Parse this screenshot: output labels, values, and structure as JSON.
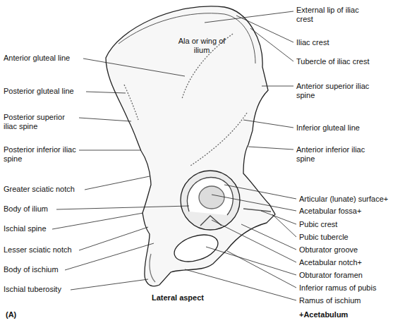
{
  "diagram": {
    "labels": [
      "External lip of iliac crest",
      "Iliac crest",
      "Tubercle of iliac crest",
      "Anterior gluteal line",
      "Ala or wing of ilium",
      "Posterior gluteal line",
      "Anterior superior iliac spine",
      "Posterior superior iliac spine",
      "Inferior gluteal line",
      "Posterior inferior iliac spine",
      "Anterior inferior iliac spine",
      "Greater sciatic notch",
      "Articular (lunate) surface+",
      "Body of ilium",
      "Acetabular fossa+",
      "Pubic crest",
      "Ischial spine",
      "Pubic tubercle",
      "Lesser sciatic notch",
      "Obturator groove",
      "Acetabular notch+",
      "Body of ischium",
      "Obturator foramen",
      "Inferior ramus of pubis",
      "Ischial tuberosity",
      "Ramus of ischium",
      "Lateral aspect",
      "(A)",
      "+Acetabulum"
    ]
  }
}
